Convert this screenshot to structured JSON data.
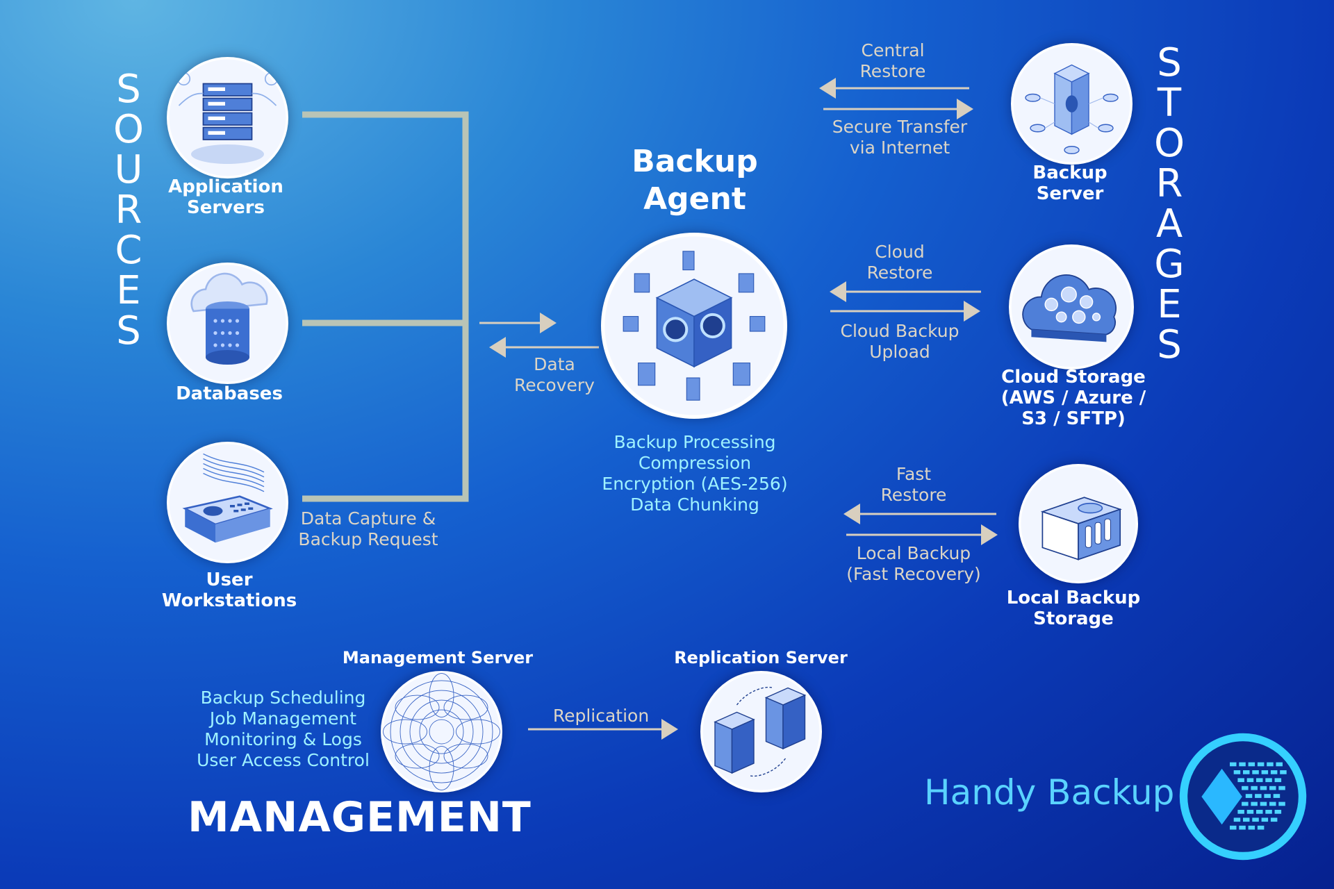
{
  "sources": {
    "title": "SOURCES",
    "items": [
      {
        "label": "Application\nServers",
        "icon": "server-rack-icon"
      },
      {
        "label": "Databases",
        "icon": "database-cloud-icon"
      },
      {
        "label": "User\nWorkstations",
        "icon": "workstation-icon"
      }
    ],
    "flow_label": "Data Capture &\nBackup Request"
  },
  "agent": {
    "title": "Backup\nAgent",
    "features": "Backup Processing\nCompression\nEncryption (AES-256)\nData Chunking",
    "recovery_label": "Data\nRecovery"
  },
  "storages": {
    "title": "STORAGES",
    "items": [
      {
        "label": "Backup\nServer",
        "to_label": "Secure Transfer\nvia Internet",
        "from_label": "Central\nRestore"
      },
      {
        "label": "Cloud Storage\n(AWS / Azure /\nS3 / SFTP)",
        "to_label": "Cloud Backup\nUpload",
        "from_label": "Cloud\nRestore"
      },
      {
        "label": "Local Backup\nStorage",
        "to_label": "Local Backup\n(Fast Recovery)",
        "from_label": "Fast\nRestore"
      }
    ]
  },
  "management": {
    "title": "MANAGEMENT",
    "server_label": "Management Server",
    "features": "Backup Scheduling\nJob Management\nMonitoring & Logs\nUser Access Control",
    "replication_label": "Replication",
    "replication_server_label": "Replication Server"
  },
  "brand": {
    "name": "Handy Backup",
    "accent": "#5ad3ff"
  },
  "colors": {
    "connector": "#b9c4b6",
    "arrow": "#d8cfbf",
    "feature_text": "#9ff2ff"
  }
}
